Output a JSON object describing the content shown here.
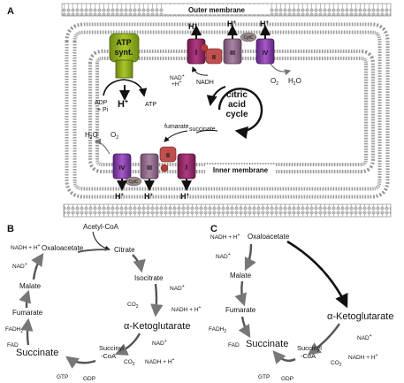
{
  "panels": {
    "a": "A",
    "b": "B",
    "c": "C"
  },
  "panel_a": {
    "outer_membrane": "Outer membrane",
    "inner_membrane": "Inner membrane",
    "atp_synthase": [
      "ATP",
      "synt."
    ],
    "adp_pi": [
      "ADP",
      "+ Pi"
    ],
    "atp": "ATP",
    "h_plus": "H",
    "nad_h": [
      "NAD",
      "+H"
    ],
    "nadh": "NADH",
    "o2": "O",
    "h2o": "H",
    "cycle": [
      "citric",
      "acid",
      "cycle"
    ],
    "fumarate": "fumarate",
    "succinate": "succinate",
    "complex_1": "I",
    "complex_2": "II",
    "complex_3": "III",
    "complex_4": "IV",
    "cytc": "CytC",
    "q": "Q"
  },
  "panel_b": {
    "acetyl_coa": "Acetyl-CoA",
    "citrate": "Citrate",
    "isocitrate": "Isocitrate",
    "nad_plus_1": "NAD",
    "co2_1": "CO",
    "nadh_h_1": "NADH + H",
    "akg": "α-Ketoglutarate",
    "nad_plus_2": "NAD",
    "succinyl_coa": [
      "Succinyl",
      "-CoA"
    ],
    "co2_2": "CO",
    "nadh_h_2": "NADH + H",
    "gtp": "GTP",
    "gdp": "GDP",
    "succinate": "Succinate",
    "fadh2": "FADH",
    "fad": "FAD",
    "fumarate": "Fumarate",
    "malate": "Malate",
    "oxaloacetate": "Oxaloacetate",
    "nadh_h_3": "NADH + H",
    "nad_plus_3": "NAD"
  },
  "panel_c": {
    "nadh_h": "NADH + H",
    "oxaloacetate": "Oxaloacetate",
    "nad_plus_1": "NAD",
    "malate": "Malate",
    "fumarate": "Fumarate",
    "fadh2": "FADH",
    "fad": "FAD",
    "succinate": "Succinate",
    "akg": "α-Ketoglutarate",
    "nad_plus_2": "NAD",
    "succinyl_coa": [
      "Succinyl",
      "-CoA"
    ],
    "co2": "CO",
    "nadh_h_2": "NADH + H",
    "gtp": "GTP",
    "gdp": "GDP"
  },
  "colors": {
    "atp_synthase": "#8aa81c",
    "complex_1": "#9b2a6e",
    "complex_2": "#b8484d",
    "complex_3": "#8f6a8a",
    "complex_4": "#8a3fa8",
    "membrane": "#cfcfcf"
  }
}
